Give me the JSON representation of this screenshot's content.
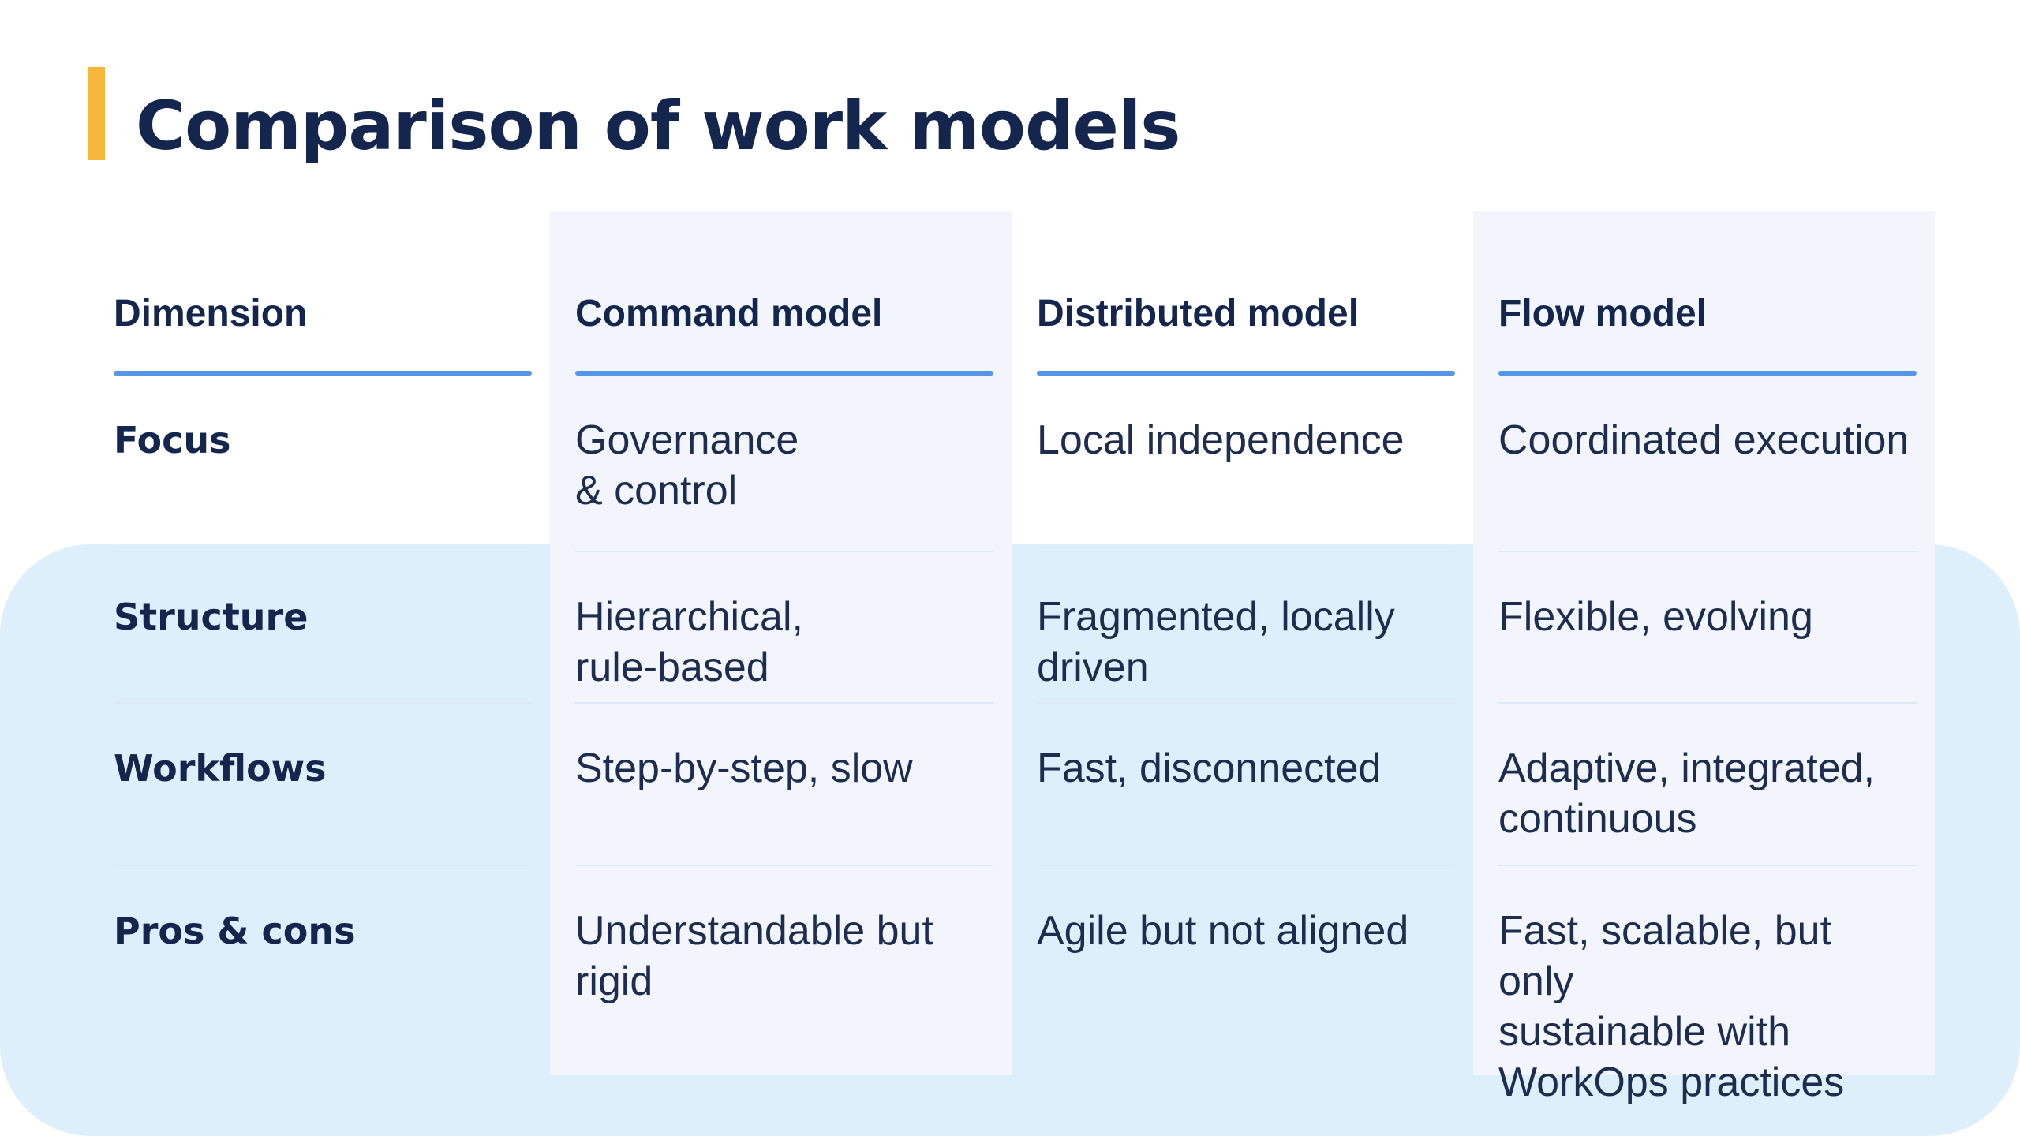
{
  "page": {
    "title": "Comparison of work models"
  },
  "colors": {
    "accent_bar_yellow": "#F5B83D",
    "heading_navy": "#14264E",
    "cell_text_navy": "#1D2C4F",
    "header_underline_blue": "#5795E7",
    "row_divider": "#DDE9F4",
    "column_tint": "#F2F6FC",
    "background_shape_blue": "#DEEFFC",
    "page_background": "#FFFFFF"
  },
  "table": {
    "columns": [
      {
        "id": "dimension",
        "header": "Dimension",
        "rows": [
          "Focus",
          "Structure",
          "Workflows",
          "Pros & cons"
        ]
      },
      {
        "id": "command-model",
        "header": "Command model",
        "rows": [
          "Governance\n& control",
          "Hierarchical,\nrule-based",
          "Step-by-step, slow",
          "Understandable but\nrigid"
        ]
      },
      {
        "id": "distributed-model",
        "header": "Distributed model",
        "rows": [
          "Local independence",
          "Fragmented, locally\ndriven",
          "Fast, disconnected",
          "Agile but not aligned"
        ]
      },
      {
        "id": "flow-model",
        "header": "Flow model",
        "rows": [
          "Coordinated execution",
          "Flexible, evolving",
          "Adaptive, integrated,\ncontinuous",
          "Fast, scalable, but only\nsustainable with\nWorkOps practices"
        ]
      }
    ]
  }
}
